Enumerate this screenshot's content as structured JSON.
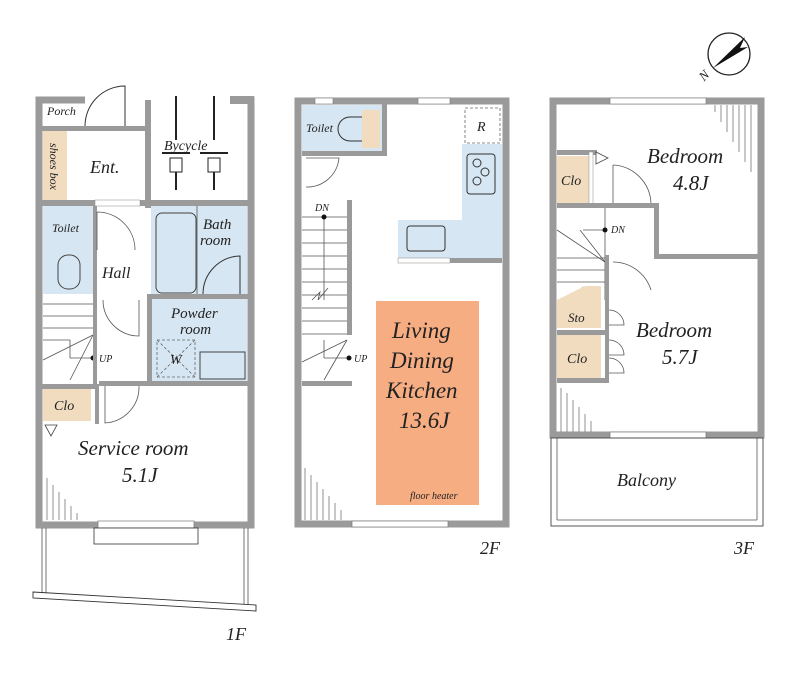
{
  "colors": {
    "wall": "#9a9a9a",
    "wet_area": "#d6e6f2",
    "storage": "#f1dcc0",
    "floor_heater": "#f7ad82"
  },
  "compass": {
    "label": "N",
    "icon": "north-arrow-icon"
  },
  "floors": {
    "f1": {
      "label": "1F",
      "rooms": {
        "porch": "Porch",
        "shoes_box": "shoes box",
        "entrance": "Ent.",
        "bicycle": "Bycycle",
        "toilet": "Toilet",
        "hall": "Hall",
        "bath_line1": "Bath",
        "bath_line2": "room",
        "powder_line1": "Powder",
        "powder_line2": "room",
        "washer": "W",
        "stairs_up": "UP",
        "closet": "Clo",
        "service_room": "Service room",
        "service_size": "5.1J"
      }
    },
    "f2": {
      "label": "2F",
      "rooms": {
        "toilet": "Toilet",
        "refrigerator": "R",
        "stairs_down": "DN",
        "stairs_up": "UP",
        "ldk_line1": "Living",
        "ldk_line2": "Dining",
        "ldk_line3": "Kitchen",
        "ldk_size": "13.6J",
        "floor_heater": "floor heater"
      }
    },
    "f3": {
      "label": "3F",
      "rooms": {
        "closet_top": "Clo",
        "bedroom1": "Bedroom",
        "bedroom1_size": "4.8J",
        "stairs_down": "DN",
        "storage": "Sto",
        "closet_bottom": "Clo",
        "bedroom2": "Bedroom",
        "bedroom2_size": "5.7J",
        "balcony": "Balcony"
      }
    }
  }
}
